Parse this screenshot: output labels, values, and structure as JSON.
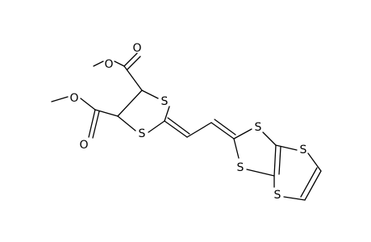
{
  "molecule": {
    "atoms": [
      {
        "id": "o_ester1_carbonyl",
        "symbol": "O"
      },
      {
        "id": "o_ester1_ether",
        "symbol": "O"
      },
      {
        "id": "o_ester2_ether",
        "symbol": "O"
      },
      {
        "id": "o_ester2_carbonyl",
        "symbol": "O"
      },
      {
        "id": "s_dithiolane_top",
        "symbol": "S"
      },
      {
        "id": "s_dithiolane_bottom",
        "symbol": "S"
      },
      {
        "id": "s_dithiole_top",
        "symbol": "S"
      },
      {
        "id": "s_dithiole_bottom",
        "symbol": "S"
      },
      {
        "id": "s_dithiin_top",
        "symbol": "S"
      },
      {
        "id": "s_dithiin_bottom",
        "symbol": "S"
      }
    ]
  }
}
